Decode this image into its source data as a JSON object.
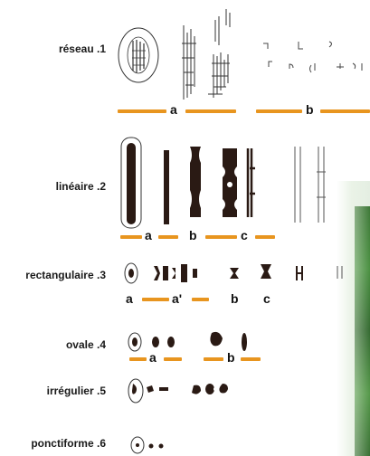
{
  "rows": [
    {
      "id": "reseau",
      "label": "réseau .1"
    },
    {
      "id": "lineaire",
      "label": "linéaire .2"
    },
    {
      "id": "rectangulaire",
      "label": "rectangulaire .3"
    },
    {
      "id": "ovale",
      "label": "ovale .4"
    },
    {
      "id": "irregulier",
      "label": "irrégulier .5"
    },
    {
      "id": "ponctiforme",
      "label": "ponctiforme .6"
    }
  ],
  "sublabels": {
    "reseau": [
      "a",
      "b"
    ],
    "lineaire": [
      "a",
      "b",
      "c"
    ],
    "rectangulaire": [
      "a",
      "a'",
      "b",
      "c"
    ],
    "ovale": [
      "a",
      "b"
    ]
  },
  "colors": {
    "accent_bar": "#e8951f",
    "ink": "#1a1a1a",
    "photo_green": "#3f8a36"
  }
}
